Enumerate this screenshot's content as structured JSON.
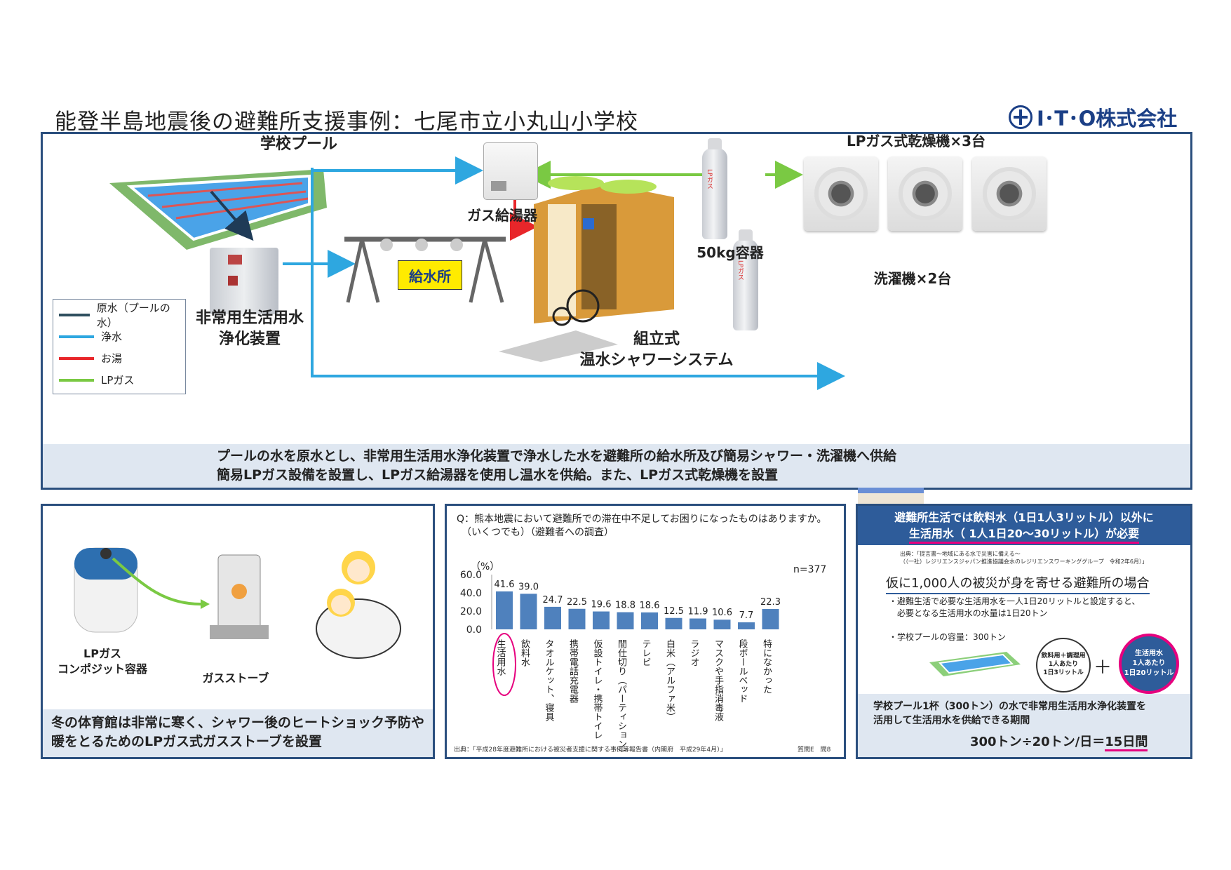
{
  "title": "能登半島地震後の避難所支援事例：七尾市立小丸山小学校",
  "logo": "I･T･O株式会社",
  "top": {
    "pool_label": "学校プール",
    "heater_label": "ガス給湯器",
    "station_label": "給水所",
    "purifier_label": [
      "非常用生活用水",
      "浄化装置"
    ],
    "shower_label": [
      "組立式",
      "温水シャワーシステム"
    ],
    "cylinder_label": "50kg容器",
    "cylinder_text": "LPガス",
    "dryer_label": "LPガス式乾燥機×3台",
    "washer_label": "洗濯機×2台",
    "legend": [
      {
        "label": "原水（プールの水）",
        "color": "#2f4f5f"
      },
      {
        "label": "浄水",
        "color": "#2ea7e0"
      },
      {
        "label": "お湯",
        "color": "#e8262a"
      },
      {
        "label": "LPガス",
        "color": "#7ac943"
      }
    ],
    "caption": [
      "プールの水を原水とし、非常用生活用水浄化装置で浄水した水を避難所の給水所及び簡易シャワー・洗濯機へ供給",
      "簡易LPガス設備を設置し、LPガス給湯器を使用し温水を供給。また、LPガス式乾燥機を設置"
    ]
  },
  "left": {
    "container_label": [
      "LPガス",
      "コンポジット容器"
    ],
    "stove_label": "ガスストーブ",
    "caption": [
      "冬の体育館は非常に寒く、シャワー後のヒートショック予防や",
      "暖をとるためのLPガス式ガスストーブを設置"
    ]
  },
  "middle": {
    "question": [
      "Q：熊本地震において避難所での滞在中不足してお困りになったものはありますか。",
      "　（いくつでも）（避難者への調査）"
    ],
    "unit": "（%）",
    "n": "n=377",
    "source": "出典：「平成28年度避難所における被災者支援に関する事例等報告書（内閣府　平成29年4月）」",
    "ref": "質問E　問8"
  },
  "chart_data": {
    "type": "bar",
    "categories": [
      "生活用水",
      "飲料水",
      "タオルケット、寝具",
      "携帯電話充電器",
      "仮設トイレ・携帯トイレ",
      "間仕切り（パーティション）",
      "テレビ",
      "白米（アルファ米）",
      "ラジオ",
      "マスクや手指消毒液",
      "段ボールベッド",
      "特になかった"
    ],
    "values": [
      41.6,
      39.0,
      24.7,
      22.5,
      19.6,
      18.8,
      18.6,
      12.5,
      11.9,
      10.6,
      7.7,
      22.3
    ],
    "value_labels": [
      "41.6",
      "39.0",
      "24.7",
      "22.5",
      "19.6",
      "18.8",
      "18.6",
      "12.5",
      "11.9",
      "10.6",
      "7.7",
      "22.3"
    ],
    "yticks": [
      "0.0",
      "20.0",
      "40.0",
      "60.0"
    ],
    "ylim": [
      0,
      60
    ],
    "color": "#4f81bd",
    "highlight_index": 0
  },
  "right": {
    "header": [
      "避難所生活では飲料水（1日1人3リットル）以外に",
      "生活用水（ 1人1日20～30リットル）が必要"
    ],
    "source": [
      "出典：「提言書～地域にある水で災害に備える～",
      "（（一社）レジリエンスジャパン推進協議会水のレジリエンスワーキンググループ　令和2年6月）」"
    ],
    "subtitle": "仮に1,000人の被災が身を寄せる避難所の場合",
    "bullet1": [
      "・避難生活で必要な生活用水を一人1日20リットルと設定すると、",
      "　必要となる生活用水の水量は1日20トン"
    ],
    "bullet2": "・学校プールの容量：300トン",
    "circle1": [
      "飲料用＋調理用",
      "1人あたり",
      "1日3リットル"
    ],
    "plus": "＋",
    "circle2": [
      "生活用水",
      "1人あたり",
      "1日20リットル"
    ],
    "caption": [
      "学校プール1杯（300トン）の水で非常用生活用水浄化装置を",
      "活用して生活用水を供給できる期間"
    ],
    "result_prefix": "300トン÷20トン/日＝",
    "result_value": "15日間"
  }
}
